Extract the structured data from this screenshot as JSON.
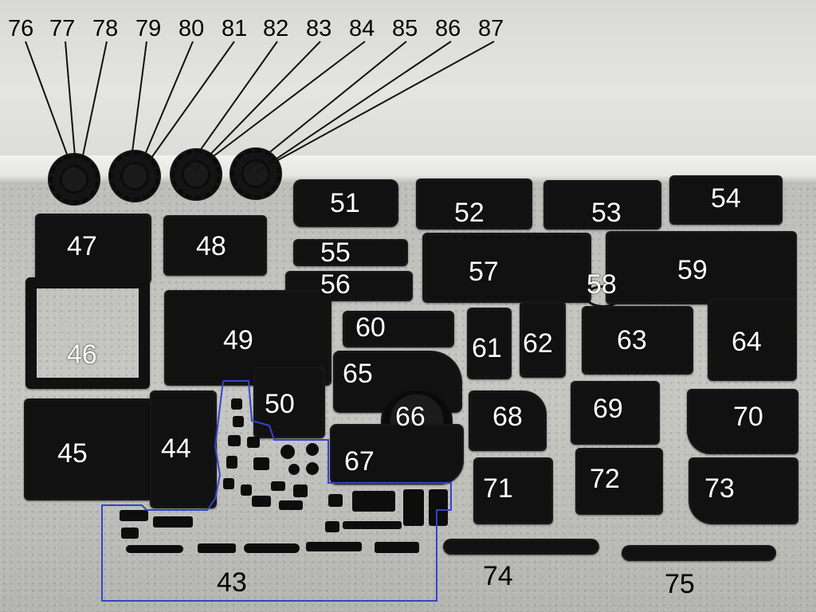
{
  "labels": {
    "l43": "43",
    "l44": "44",
    "l45": "45",
    "l46": "46",
    "l47": "47",
    "l48": "48",
    "l49": "49",
    "l50": "50",
    "l51": "51",
    "l52": "52",
    "l53": "53",
    "l54": "54",
    "l55": "55",
    "l56": "56",
    "l57": "57",
    "l58": "58",
    "l59": "59",
    "l60": "60",
    "l61": "61",
    "l62": "62",
    "l63": "63",
    "l64": "64",
    "l65": "65",
    "l66": "66",
    "l67": "67",
    "l68": "68",
    "l69": "69",
    "l70": "70",
    "l71": "71",
    "l72": "72",
    "l73": "73",
    "l74": "74",
    "l75": "75"
  },
  "top_labels": {
    "t76": "76",
    "t77": "77",
    "t78": "78",
    "t79": "79",
    "t80": "80",
    "t81": "81",
    "t82": "82",
    "t83": "83",
    "t84": "84",
    "t85": "85",
    "t86": "86",
    "t87": "87"
  },
  "colors": {
    "part": "#111111",
    "label_light": "#ffffff",
    "label_dark": "#000000",
    "outline": "#3344cc"
  }
}
